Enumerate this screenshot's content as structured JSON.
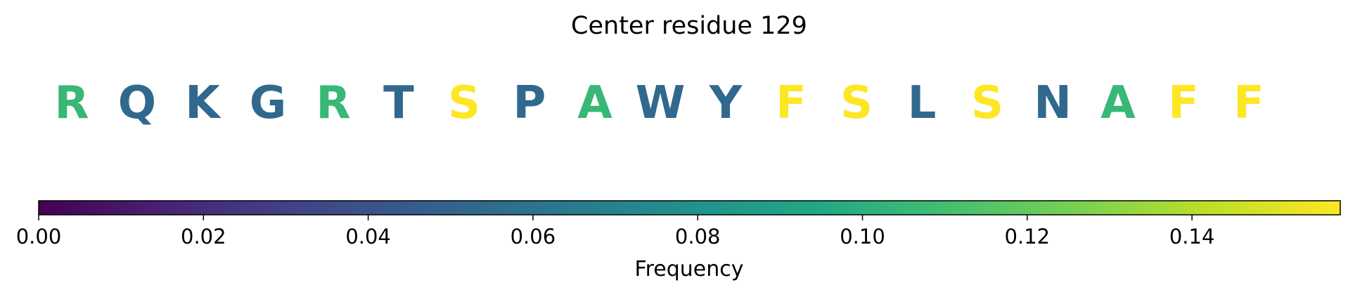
{
  "chart_data": {
    "type": "sequence-logo",
    "title": "Center residue 129",
    "residues": [
      {
        "letter": "R",
        "frequency": 0.105
      },
      {
        "letter": "Q",
        "frequency": 0.053
      },
      {
        "letter": "K",
        "frequency": 0.053
      },
      {
        "letter": "G",
        "frequency": 0.053
      },
      {
        "letter": "R",
        "frequency": 0.105
      },
      {
        "letter": "T",
        "frequency": 0.053
      },
      {
        "letter": "S",
        "frequency": 0.158
      },
      {
        "letter": "P",
        "frequency": 0.053
      },
      {
        "letter": "A",
        "frequency": 0.105
      },
      {
        "letter": "W",
        "frequency": 0.053
      },
      {
        "letter": "Y",
        "frequency": 0.053
      },
      {
        "letter": "F",
        "frequency": 0.158
      },
      {
        "letter": "S",
        "frequency": 0.158
      },
      {
        "letter": "L",
        "frequency": 0.053
      },
      {
        "letter": "S",
        "frequency": 0.158
      },
      {
        "letter": "N",
        "frequency": 0.053
      },
      {
        "letter": "A",
        "frequency": 0.105
      },
      {
        "letter": "F",
        "frequency": 0.158
      },
      {
        "letter": "F",
        "frequency": 0.158
      }
    ],
    "colorbar": {
      "label": "Frequency",
      "colormap": "viridis",
      "range": [
        0,
        0.158
      ],
      "ticks": [
        0.0,
        0.02,
        0.04,
        0.06,
        0.08,
        0.1,
        0.12,
        0.14
      ],
      "tick_labels": [
        "0.00",
        "0.02",
        "0.04",
        "0.06",
        "0.08",
        "0.10",
        "0.12",
        "0.14"
      ]
    }
  }
}
